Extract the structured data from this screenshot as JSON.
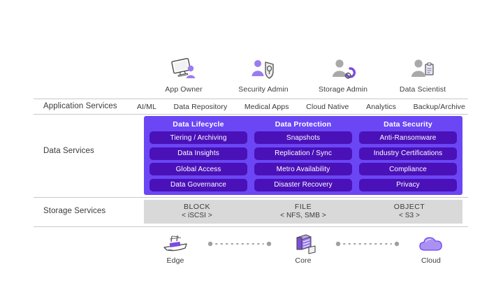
{
  "personas": [
    {
      "label": "App Owner",
      "icon": "monitor-person-icon"
    },
    {
      "label": "Security Admin",
      "icon": "person-shield-icon"
    },
    {
      "label": "Storage Admin",
      "icon": "person-gear-icon"
    },
    {
      "label": "Data Scientist",
      "icon": "person-clipboard-icon"
    }
  ],
  "rows": {
    "application_services_label": "Application Services",
    "data_services_label": "Data Services",
    "storage_services_label": "Storage Services"
  },
  "application_services": [
    "AI/ML",
    "Data Repository",
    "Medical Apps",
    "Cloud Native",
    "Analytics",
    "Backup/Archive"
  ],
  "data_services": [
    {
      "title": "Data Lifecycle",
      "items": [
        "Tiering / Archiving",
        "Data Insights",
        "Global Access",
        "Data Governance"
      ]
    },
    {
      "title": "Data Protection",
      "items": [
        "Snapshots",
        "Replication / Sync",
        "Metro Availability",
        "Disaster Recovery"
      ]
    },
    {
      "title": "Data Security",
      "items": [
        "Anti-Ransomware",
        "Industry Certifications",
        "Compliance",
        "Privacy"
      ]
    }
  ],
  "storage_services": [
    {
      "name": "BLOCK",
      "protocols": "< iSCSI >"
    },
    {
      "name": "FILE",
      "protocols": "< NFS, SMB >"
    },
    {
      "name": "OBJECT",
      "protocols": "< S3 >"
    }
  ],
  "tiers": [
    {
      "label": "Edge",
      "icon": "ship-icon"
    },
    {
      "label": "Core",
      "icon": "datacenter-server-icon"
    },
    {
      "label": "Cloud",
      "icon": "cloud-icon"
    }
  ],
  "colors": {
    "panel_background": "#6B46F5",
    "pill_background": "#4A11B8",
    "storage_bar": "#D9D9D9",
    "rule": "#C9C9C9",
    "text": "#3A3A3A",
    "accent_purple": "#8A6BEE",
    "icon_gray": "#A8A8A8"
  }
}
